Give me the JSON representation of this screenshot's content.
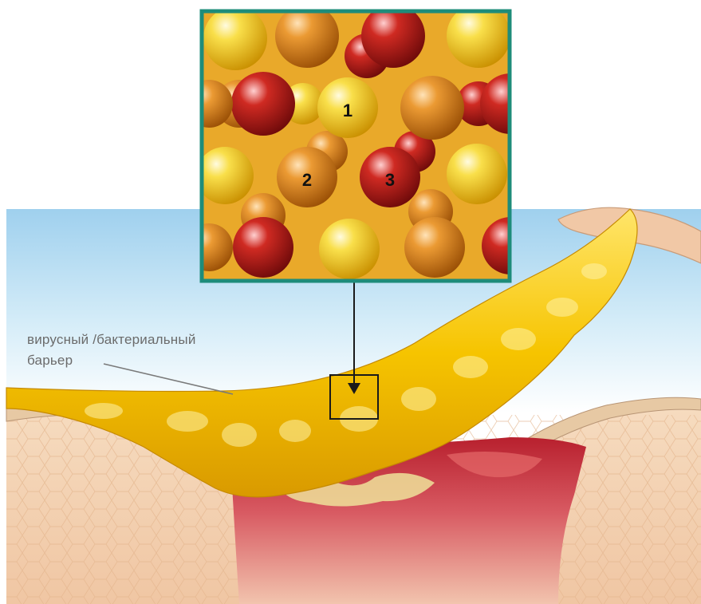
{
  "barrier_label": {
    "line1": "вирусный /бактериальный",
    "line2": "барьер"
  },
  "inset_markers": {
    "m1": "1",
    "m2": "2",
    "m3": "3"
  },
  "colors": {
    "sky": "#bfe1f4",
    "skin": "#f3d1b0",
    "wound": "#c8323b",
    "gel": "#f5c400",
    "inset_border": "#1e8c7a",
    "sphere_yellow": "#f4c81a",
    "sphere_orange": "#e0861c",
    "sphere_red": "#b51a1a",
    "label_text": "#6b6b6b"
  },
  "icons": {
    "pointer_arrow": "arrow-down-icon",
    "zoom_frame": "zoom-square-icon"
  }
}
